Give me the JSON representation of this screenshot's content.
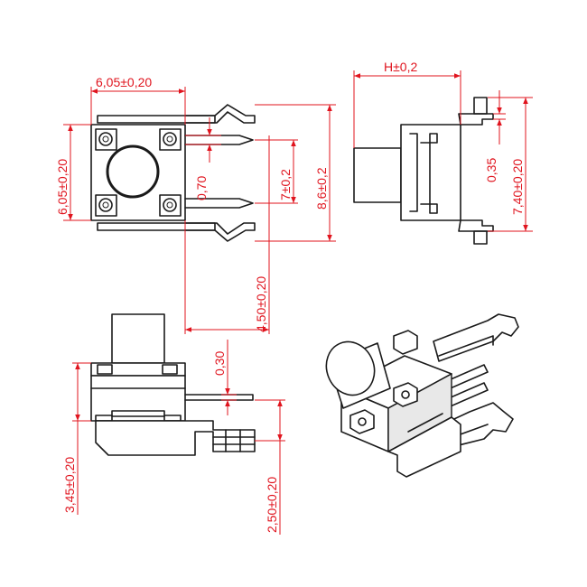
{
  "colors": {
    "outline": "#1a1a1a",
    "dimension": "#e0141e",
    "background": "#ffffff"
  },
  "views": {
    "top": {
      "width_label": "6,05±0,20",
      "height_label": "6,05±0,20",
      "pin_gap_label": "0,70",
      "pitch_label": "7±0,2",
      "overall_label": "8,6±0,2",
      "pin_length_label": "4,50±0,20"
    },
    "side_right": {
      "height_label": "H±0,2",
      "clip_label": "0,35",
      "overall_label": "7,40±0,20"
    },
    "side_left": {
      "gap_label": "0,30",
      "body_label": "3,45±0,20",
      "pin_label": "2,50±0,20"
    }
  }
}
